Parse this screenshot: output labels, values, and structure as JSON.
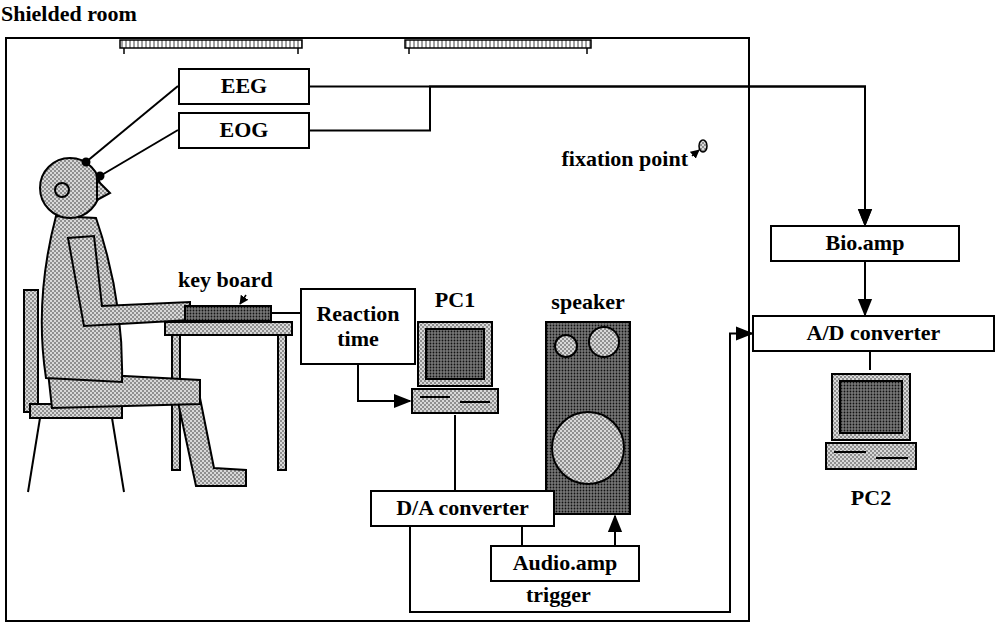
{
  "diagram": {
    "nodes": [
      {
        "text": [
          "Shielded room"
        ]
      },
      {
        "text": [
          "EEG"
        ],
        "in": 0
      },
      {
        "text": [
          "EOG"
        ],
        "in": 0
      },
      {
        "text": [
          "Reaction time"
        ],
        "in": 0
      },
      {
        "text": [
          "PC1"
        ],
        "in": 0
      },
      {
        "text": [
          "speaker"
        ],
        "in": 0
      },
      {
        "text": [
          "D/A converter"
        ],
        "in": 0
      },
      {
        "text": [
          "Audio.amp"
        ],
        "in": 0
      },
      {
        "text": [
          "Bio.amp"
        ]
      },
      {
        "text": [
          "A/D converter"
        ]
      },
      {
        "text": [
          "PC2"
        ]
      }
    ],
    "edges": [
      {
        "from": 1,
        "to": 8,
        "arrow": "to"
      },
      {
        "from": 2,
        "to": 8,
        "arrow": "to"
      },
      {
        "from": 8,
        "to": 9,
        "arrow": "to"
      },
      {
        "from": 9,
        "to": 10,
        "arrow": "none"
      },
      {
        "from": 3,
        "to": 4,
        "arrow": "to"
      },
      {
        "from": 4,
        "to": 6,
        "arrow": "none"
      },
      {
        "from": 6,
        "to": 7,
        "arrow": "none"
      },
      {
        "from": 7,
        "to": 5,
        "arrow": "to"
      },
      {
        "from": 6,
        "to": 9,
        "arrow": "to"
      }
    ],
    "labels": [
      "key board",
      "fixation point",
      "trigger"
    ]
  }
}
